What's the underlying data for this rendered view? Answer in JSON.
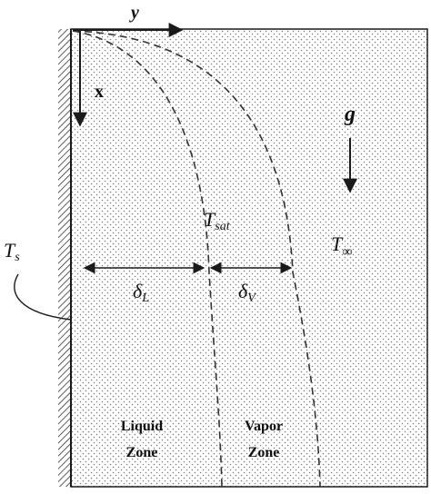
{
  "labels": {
    "y_axis": "y",
    "x_axis": "x",
    "gravity": "g",
    "t_sat_main": "T",
    "t_sat_sub": "sat",
    "t_inf_main": "T",
    "t_inf_sub": "∞",
    "t_s_main": "T",
    "t_s_sub": "s",
    "delta_l_main": "δ",
    "delta_l_sub": "L",
    "delta_v_main": "δ",
    "delta_v_sub": "V",
    "liquid_zone_line1": "Liquid",
    "liquid_zone_line2": "Zone",
    "vapor_zone_line1": "Vapor",
    "vapor_zone_line2": "Zone"
  },
  "colors": {
    "stroke": "#1a1a1a",
    "dots": "#7a7a7a",
    "background": "#ffffff"
  }
}
